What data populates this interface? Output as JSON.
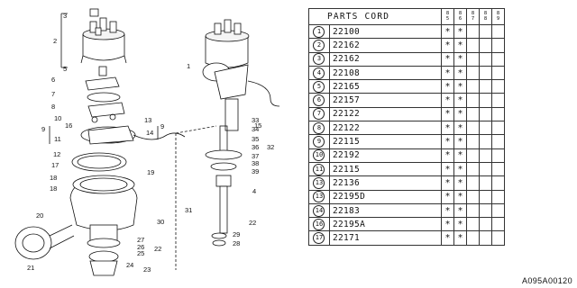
{
  "diagram": {
    "callouts": [
      "1",
      "2",
      "3",
      "4",
      "5",
      "6",
      "7",
      "8",
      "9",
      "9",
      "10",
      "11",
      "12",
      "13",
      "14",
      "15",
      "16",
      "17",
      "18",
      "18",
      "19",
      "20",
      "21",
      "22",
      "22",
      "23",
      "24",
      "25",
      "26",
      "27",
      "28",
      "29",
      "30",
      "31",
      "32",
      "33",
      "34",
      "35",
      "36",
      "37",
      "38",
      "39"
    ]
  },
  "table": {
    "header": "PARTS CORD",
    "years": [
      [
        "8",
        "5"
      ],
      [
        "8",
        "6"
      ],
      [
        "8",
        "7"
      ],
      [
        "8",
        "8"
      ],
      [
        "8",
        "9"
      ]
    ],
    "rows": [
      {
        "num": "1",
        "code": "22100",
        "marks": [
          "*",
          "*",
          "",
          "",
          ""
        ]
      },
      {
        "num": "2",
        "code": "22162",
        "marks": [
          "*",
          "*",
          "",
          "",
          ""
        ]
      },
      {
        "num": "3",
        "code": "22162",
        "marks": [
          "*",
          "*",
          "",
          "",
          ""
        ]
      },
      {
        "num": "4",
        "code": "22108",
        "marks": [
          "*",
          "*",
          "",
          "",
          ""
        ]
      },
      {
        "num": "5",
        "code": "22165",
        "marks": [
          "*",
          "*",
          "",
          "",
          ""
        ]
      },
      {
        "num": "6",
        "code": "22157",
        "marks": [
          "*",
          "*",
          "",
          "",
          ""
        ]
      },
      {
        "num": "7",
        "code": "22122",
        "marks": [
          "*",
          "*",
          "",
          "",
          ""
        ]
      },
      {
        "num": "8",
        "code": "22122",
        "marks": [
          "*",
          "*",
          "",
          "",
          ""
        ]
      },
      {
        "num": "9",
        "code": "22115",
        "marks": [
          "*",
          "*",
          "",
          "",
          ""
        ]
      },
      {
        "num": "10",
        "code": "22192",
        "marks": [
          "*",
          "*",
          "",
          "",
          ""
        ]
      },
      {
        "num": "11",
        "code": "22115",
        "marks": [
          "*",
          "*",
          "",
          "",
          ""
        ]
      },
      {
        "num": "13",
        "code": "22136",
        "marks": [
          "*",
          "*",
          "",
          "",
          ""
        ]
      },
      {
        "num": "13",
        "code": "22195D",
        "marks": [
          "*",
          "*",
          "",
          "",
          ""
        ]
      },
      {
        "num": "14",
        "code": "22183",
        "marks": [
          "*",
          "*",
          "",
          "",
          ""
        ]
      },
      {
        "num": "16",
        "code": "22195A",
        "marks": [
          "*",
          "*",
          "",
          "",
          ""
        ]
      },
      {
        "num": "17",
        "code": "22171",
        "marks": [
          "*",
          "*",
          "",
          "",
          ""
        ]
      }
    ]
  },
  "doc_id": "A095A00120"
}
